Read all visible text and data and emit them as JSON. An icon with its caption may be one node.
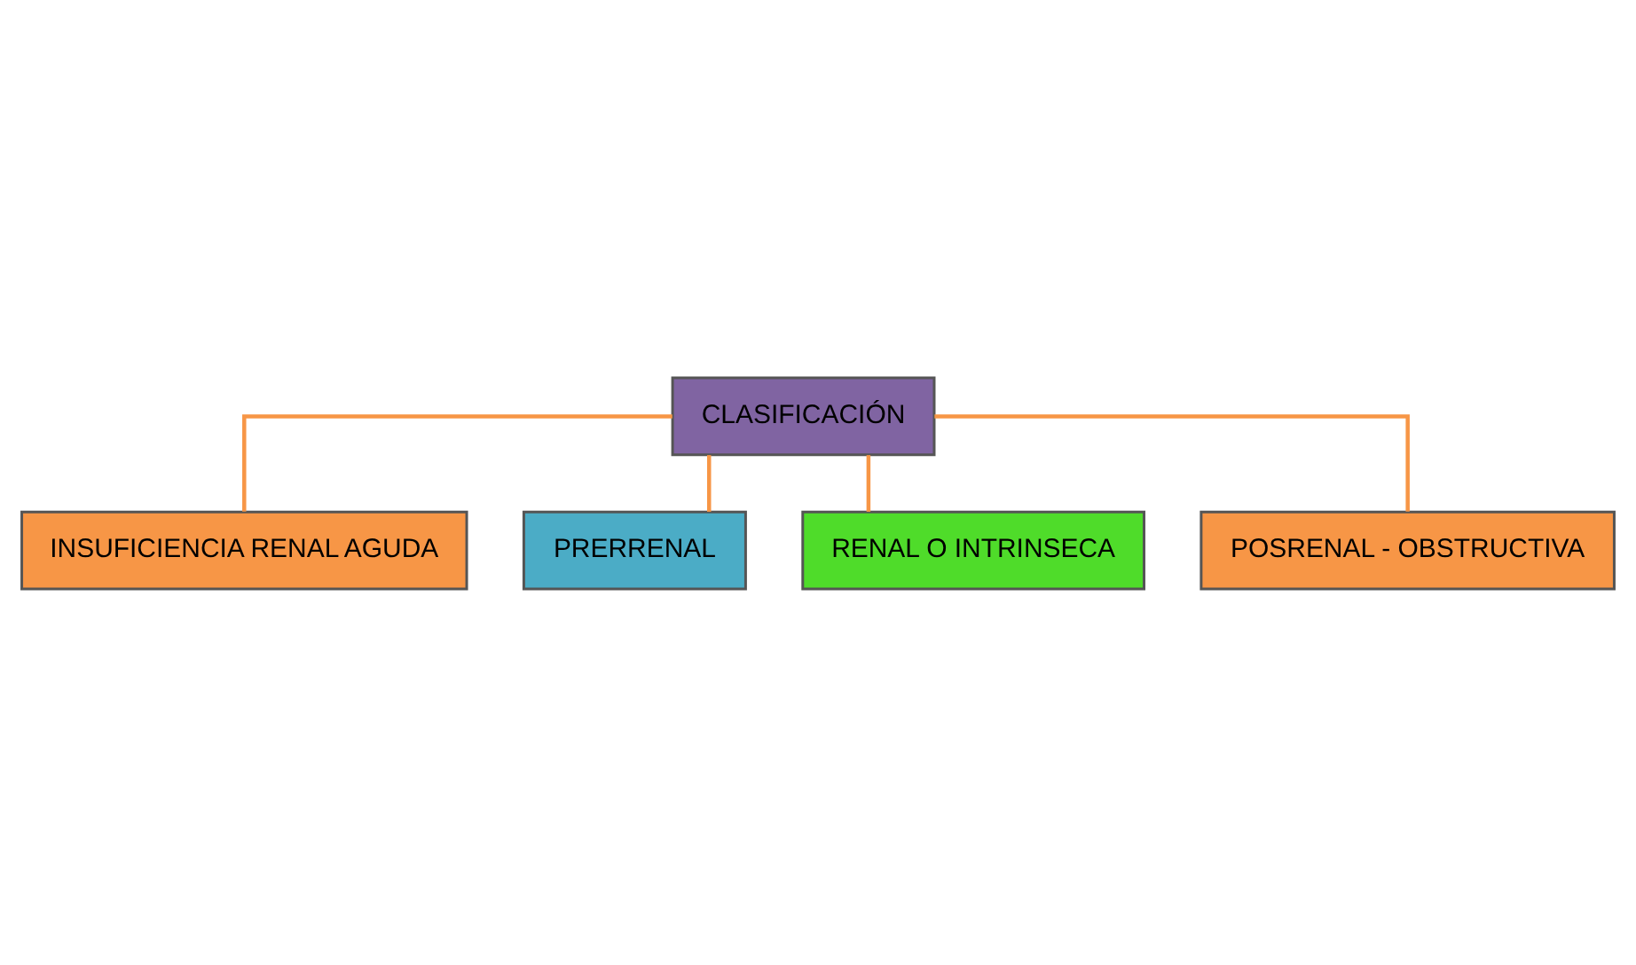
{
  "diagram": {
    "nodes": [
      {
        "text": [
          "CLASIFICACIÓN"
        ]
      },
      {
        "text": [
          "INSUFICIENCIA RENAL AGUDA"
        ]
      },
      {
        "text": [
          "PRERRENAL"
        ]
      },
      {
        "text": [
          "RENAL O INTRINSECA"
        ]
      },
      {
        "text": [
          "POSRENAL - OBSTRUCTIVA"
        ]
      }
    ],
    "edges": [
      {
        "from": 0,
        "to": 1,
        "arrow": "none"
      },
      {
        "from": 0,
        "to": 2,
        "arrow": "none"
      },
      {
        "from": 0,
        "to": 3,
        "arrow": "none"
      },
      {
        "from": 0,
        "to": 4,
        "arrow": "none"
      }
    ]
  }
}
